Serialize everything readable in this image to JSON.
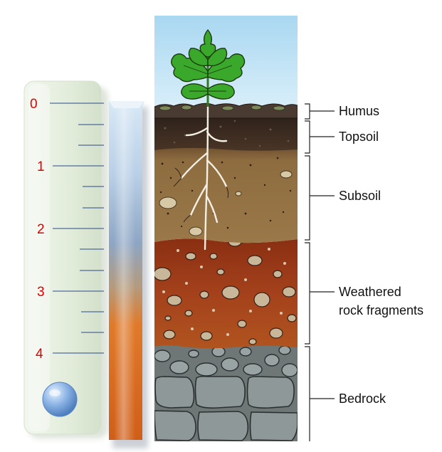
{
  "scale": {
    "numbers": [
      "0",
      "1",
      "2",
      "3",
      "4"
    ],
    "number_color": "#e00000",
    "tube_gradient": [
      "#cfe3f5",
      "#8fa9c9",
      "#e07b2a",
      "#d4601a"
    ],
    "panel_color": "#e3eddc"
  },
  "layers": [
    {
      "id": "humus",
      "lines": [
        "Humus"
      ],
      "color": "#3b302a"
    },
    {
      "id": "topsoil",
      "lines": [
        "Topsoil"
      ],
      "color": "#2a1f1a"
    },
    {
      "id": "subsoil",
      "lines": [
        "Subsoil"
      ],
      "color": "#8a6a3c"
    },
    {
      "id": "weathered",
      "lines": [
        "Weathered",
        "rock fragments"
      ],
      "color": "#9c3a18"
    },
    {
      "id": "bedrock",
      "lines": [
        "Bedrock"
      ],
      "color": "#8d9494"
    }
  ],
  "sky_color": "#bfe0f3",
  "plant_color": "#3aa82a"
}
